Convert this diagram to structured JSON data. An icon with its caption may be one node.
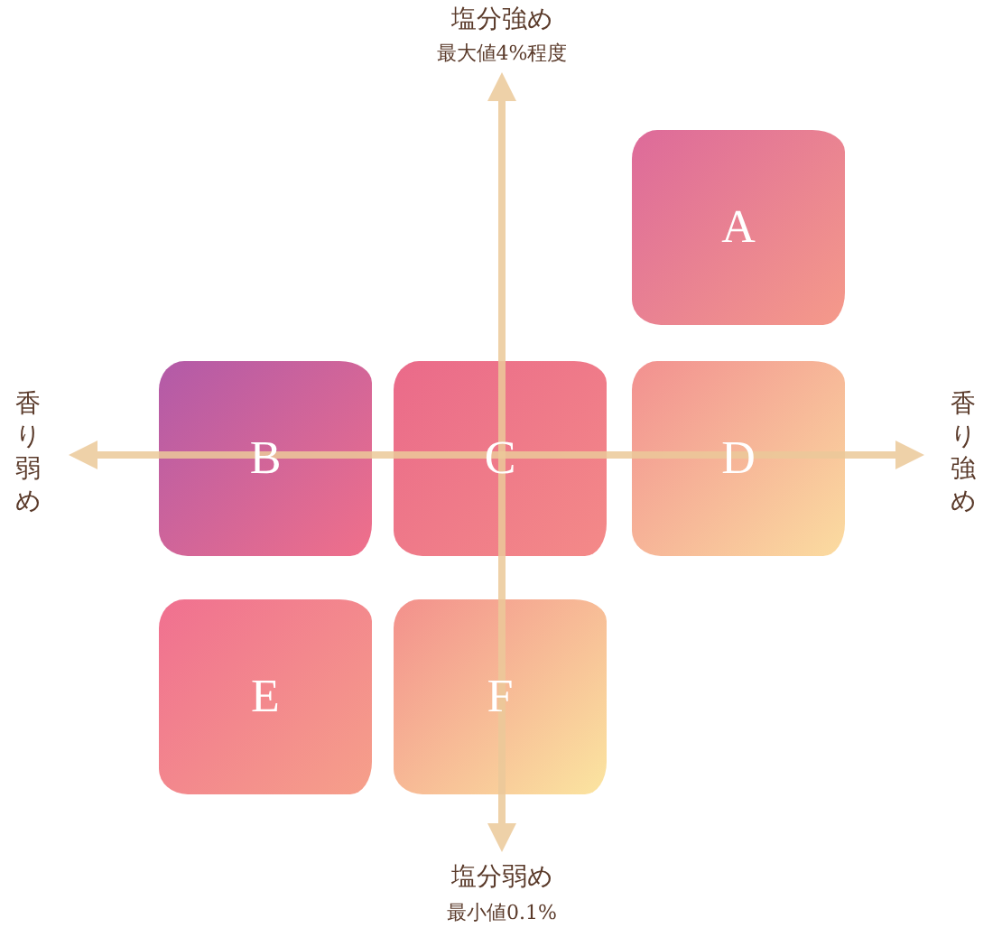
{
  "diagram": {
    "nodes": [
      {
        "text": [
          "A"
        ]
      },
      {
        "text": [
          "B"
        ]
      },
      {
        "text": [
          "C"
        ]
      },
      {
        "text": [
          "D"
        ]
      },
      {
        "text": [
          "E"
        ]
      },
      {
        "text": [
          "F"
        ]
      }
    ],
    "labels": [
      "塩分強め",
      "最大値4%程度",
      "香り弱め",
      "香り強め",
      "塩分弱め",
      "最小値0.1%"
    ]
  }
}
